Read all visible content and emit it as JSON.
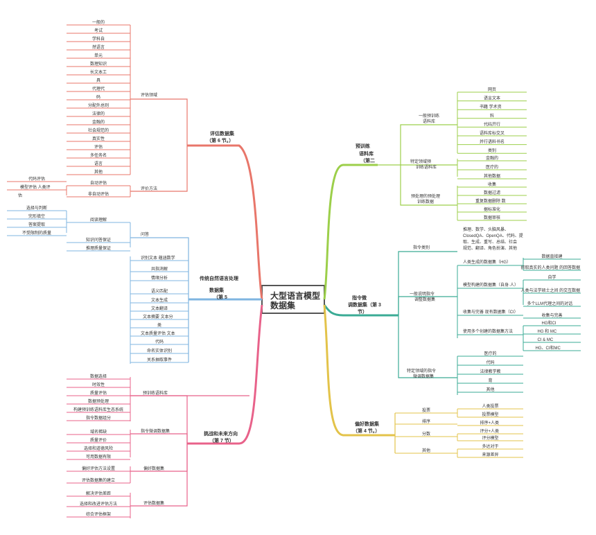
{
  "center": {
    "line1": "大型语言模型",
    "line2": "数据集"
  },
  "colors": {
    "eval": "#e8766a",
    "traditional": "#7fb5e0",
    "future": "#e8628a",
    "pretrain": "#9ccf4a",
    "instruct": "#3aab95",
    "pref": "#e3c34a"
  },
  "branches": {
    "eval": {
      "title_l1": "评估数据集",
      "title_l2": "（第 6 节。）",
      "sub1": "评估领域",
      "sub1_items": [
        "一般的",
        "考试",
        "学科自",
        "然语言",
        "单元",
        "数理知识",
        "长文本工",
        "具",
        "代理代",
        "码",
        "分配外总则",
        "法律的",
        "金融的",
        "社会规范的",
        "真实性",
        "评估",
        "多任务名",
        "语言",
        "其他"
      ],
      "sub2": "评价方法",
      "sub2_items": [
        "自动评估",
        "非自动评估"
      ],
      "sub2_leaf": [
        "代码评估",
        "模型评估 人类评",
        "估"
      ]
    },
    "traditional": {
      "title_l1": "传统自然语言处理",
      "title_l2": "数据集",
      "title_l3": "（第 5",
      "sub1": "问答",
      "sub1_items": [
        "阅读理解",
        "知识问答保证",
        "推理质量保证"
      ],
      "sub1_leaf": [
        "选择与判断",
        "完形填空",
        "答案提取",
        "不受限制的质量"
      ],
      "items": [
        "识别文本 蕴涵数学",
        "共指消解",
        "情绪分析",
        "语义匹配",
        "文本生成",
        "文本翻译",
        "文本摘要 文本分",
        "类",
        "文本质量评估 文本",
        "代码",
        "命名实体识别",
        "关系抽取事件"
      ]
    },
    "future": {
      "title_l1": "挑战和未来方向",
      "title_l2": "（第 7 节）",
      "sub1": "预训练语料库",
      "sub1_items": [
        "数据选择",
        "时效性",
        "质量评估",
        "数据预处理",
        "构建预训练语料库生态系统",
        "指令数据组分"
      ],
      "sub2": "指令微调数据集",
      "sub2_items": [
        "域名稀缺",
        "质量评价",
        "选择和道德风险",
        "可用数据有限"
      ],
      "sub3": "偏好数据集",
      "sub3_items": [
        "偏好评估方法设置",
        "评估数据集的建立"
      ],
      "sub4": "评估数据集",
      "sub4_items": [
        "解决评估差距",
        "选择和改进评估方法",
        "综合评估框架"
      ]
    },
    "pretrain": {
      "title_l1": "预训练",
      "title_l2": "语料库",
      "title_l3": "（第二",
      "sub1": "一般预训练 语料库",
      "sub1_items": [
        "网页",
        "语言文本",
        "书籍 学术资",
        "料",
        "代码开行",
        "语料库标交叉",
        "并行语料书名",
        "类别"
      ],
      "sub2": "特定领域预 训练语料库",
      "sub2_items": [
        "金融的",
        "医疗的",
        "其他数据"
      ],
      "sub3": "预处理的预处理 训练数据",
      "sub3_items": [
        "收集",
        "数据过滤",
        "重复数据删除 数",
        "据标准化",
        "数据审核"
      ]
    },
    "instruct": {
      "title_l1": "指令微",
      "title_l2": "调数据集（第 3",
      "title_l3": "节）",
      "sub1": "指令类别",
      "sub1_text": [
        "推理、数学、头脑风暴、",
        "ClosedQA、OpenQA、代码、提",
        "取、生成、重写、总结、社会",
        "规范、翻译、角色扮演、其他"
      ],
      "sub2": "一般说明指令 调整数据集",
      "sub2_items": [
        "人类生成的数据集（HG）",
        "模型构建的数据集（自身·人）",
        "收集与完善 现有数据集（CI）",
        "使用多个创建的数据集方法"
      ],
      "sub2_leaf_a": [
        "数据直接建",
        "抓取真实的人类问题 的回答数据"
      ],
      "sub2_leaf_b": [
        "自学",
        "人类与法学硕士之间 的交互数据",
        "多个LLM代理之间的对话"
      ],
      "sub2_leaf_c": [
        "收集与完善"
      ],
      "sub2_leaf_d": [
        "HG和CI",
        "HG 和 MC",
        "CI & MC",
        "HG、CI和MC"
      ],
      "sub3": "特定领域的指令 微调数据集",
      "sub3_items": [
        "医疗的",
        "代码",
        "法律教学教",
        "育",
        "其他"
      ]
    },
    "pref": {
      "title_l1": "偏好数据集",
      "title_l2": "（第 4 节。）",
      "items": [
        "投票",
        "排序",
        "分数",
        "其他"
      ],
      "leaf": [
        "人类投票",
        "投票模型",
        "排序+人类",
        "评分+人类",
        "评分模型",
        "多达对于",
        "来源差异"
      ]
    }
  }
}
